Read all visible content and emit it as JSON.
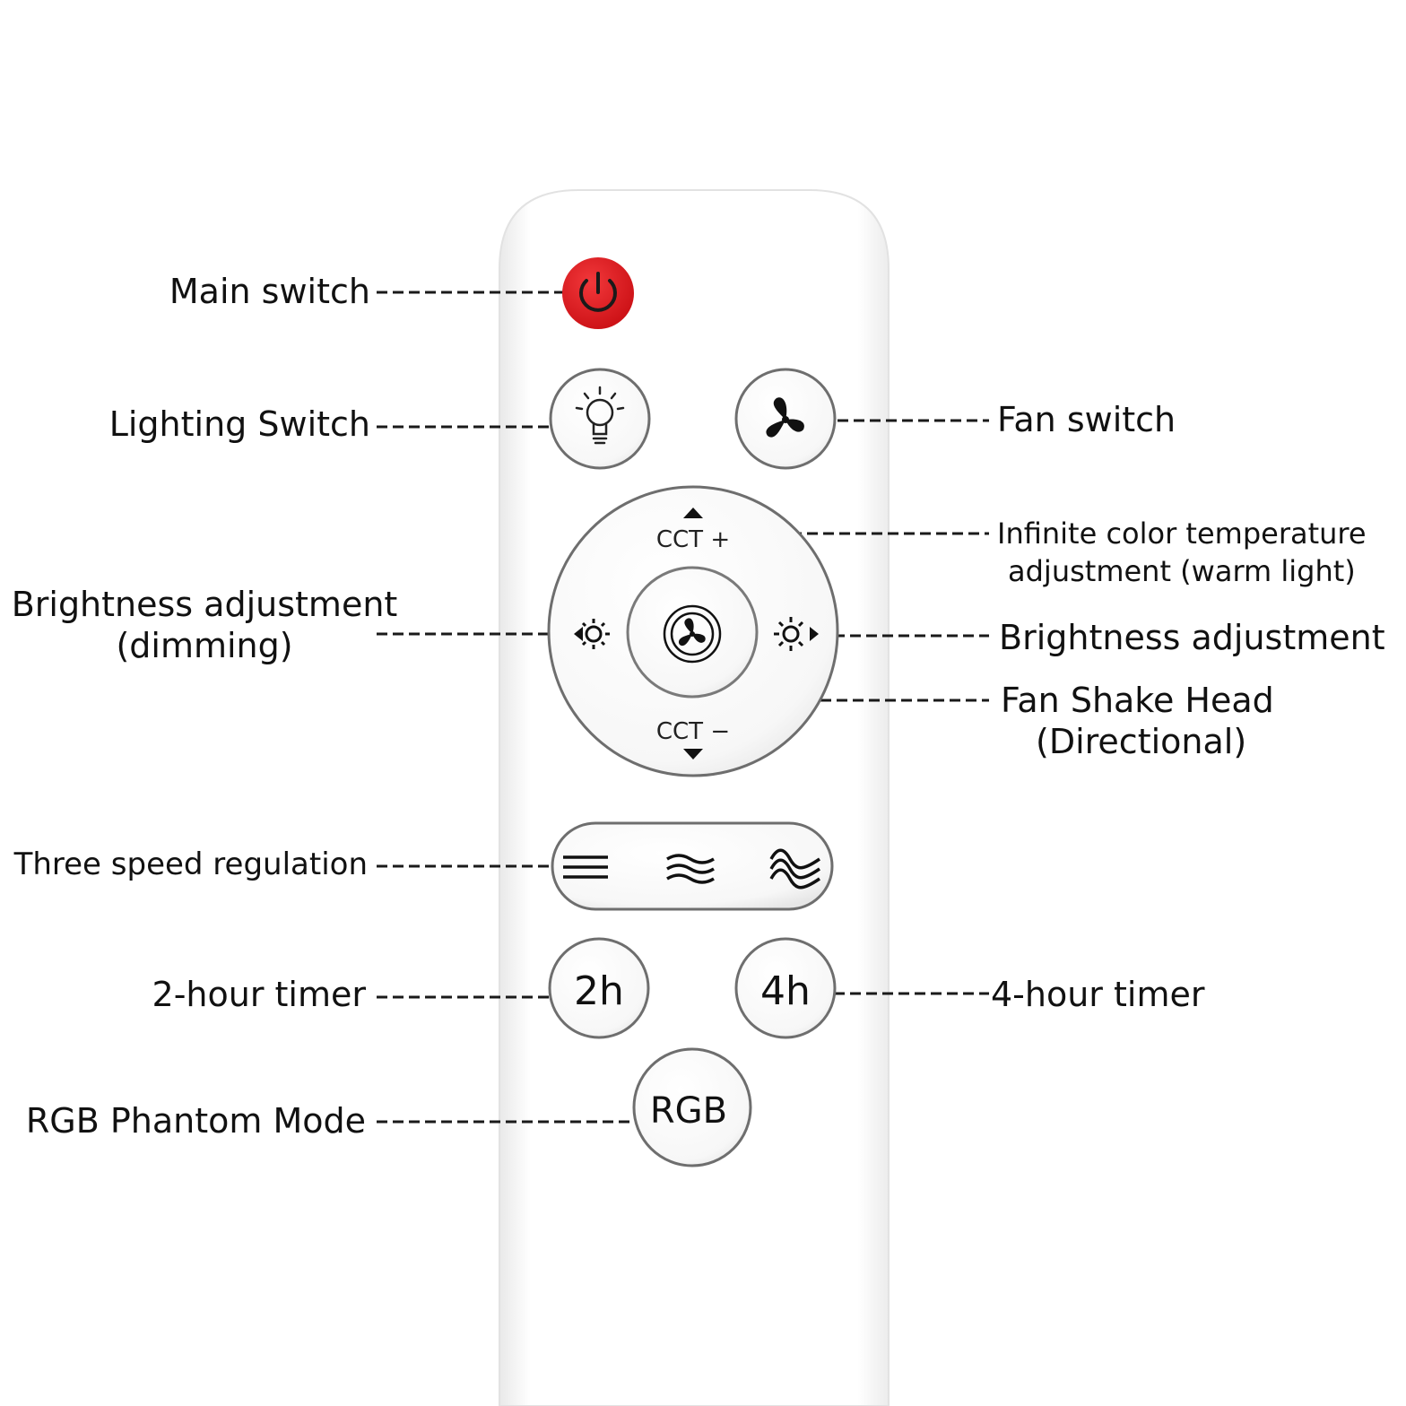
{
  "colors": {
    "power": "#e3161b",
    "remote_body": "#ffffff",
    "button_ring": "#6e6e6e",
    "leader": "#1a1a1a"
  },
  "remote": {
    "power_icon": "power-icon",
    "light_icon": "bulb-icon",
    "fan_icon": "fan-icon",
    "dpad": {
      "cct_plus": "CCT +",
      "cct_minus": "CCT −",
      "left_icon": "brightness-down-icon",
      "right_icon": "brightness-up-icon",
      "center_icon": "fan-oscillate-icon"
    },
    "speed_icons": [
      "speed-1-icon",
      "speed-2-icon",
      "speed-3-icon"
    ],
    "timer_2h": "2h",
    "timer_4h": "4h",
    "rgb": "RGB"
  },
  "labels": {
    "main_switch": "Main switch",
    "lighting_switch": "Lighting Switch",
    "fan_switch": "Fan switch",
    "cct_line1": "Infinite color temperature",
    "cct_line2": "adjustment (warm light)",
    "dimming_line1": "Brightness adjustment",
    "dimming_line2": "(dimming)",
    "brightness": "Brightness adjustment",
    "shake_line1": "Fan Shake Head",
    "shake_line2": "(Directional)",
    "three_speed": "Three speed regulation",
    "timer_2h": "2-hour timer",
    "timer_4h": "4-hour timer",
    "rgb_mode": "RGB Phantom Mode"
  }
}
